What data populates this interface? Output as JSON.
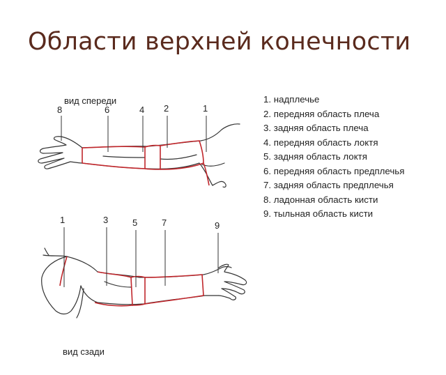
{
  "title": "Области верхней конечности",
  "views": {
    "front": {
      "caption": "вид спереди",
      "markers": [
        "8",
        "6",
        "4",
        "2",
        "1"
      ]
    },
    "back": {
      "caption": "вид сзади",
      "markers": [
        "1",
        "3",
        "5",
        "7",
        "9"
      ]
    }
  },
  "legend": [
    "1. надплечье",
    "2. передняя область плеча",
    "3. задняя область плеча",
    "4. передняя область локтя",
    "5. задняя область локтя",
    "6. передняя область предплечья",
    "7. задняя область предплечья",
    "8. ладонная область кисти",
    "9. тыльная область кисти"
  ],
  "colors": {
    "title": "#5a2a1d",
    "region_outline": "#c0262b",
    "figure_line": "#333333"
  }
}
